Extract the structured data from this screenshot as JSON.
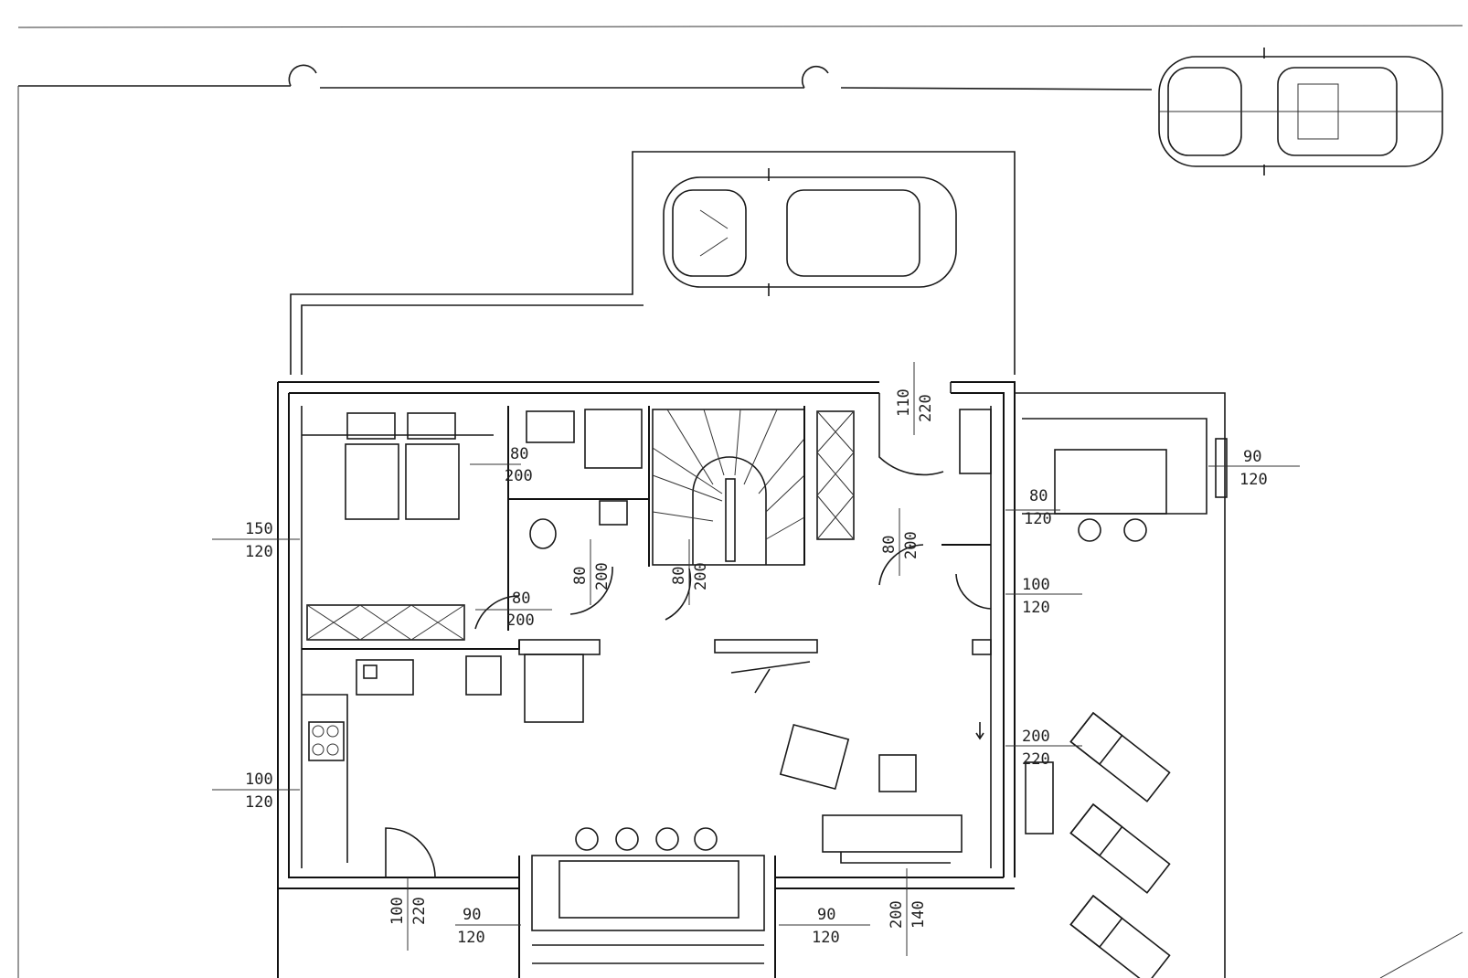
{
  "plan": {
    "dimensions": [
      {
        "id": "win-left-top",
        "top": "150",
        "bottom": "120"
      },
      {
        "id": "win-left-bottom",
        "top": "100",
        "bottom": "120"
      },
      {
        "id": "door-bath",
        "top": "80",
        "bottom": "200"
      },
      {
        "id": "door-bedroom",
        "top": "80",
        "bottom": "200"
      },
      {
        "id": "door-wc",
        "top": "80",
        "bottom": "200"
      },
      {
        "id": "door-stair",
        "top": "80",
        "bottom": "200"
      },
      {
        "id": "door-hall",
        "top": "80",
        "bottom": "200"
      },
      {
        "id": "door-entrance",
        "top": "110",
        "bottom": "220"
      },
      {
        "id": "win-right-1",
        "top": "80",
        "bottom": "120"
      },
      {
        "id": "win-right-2",
        "top": "100",
        "bottom": "120"
      },
      {
        "id": "door-terrace",
        "top": "200",
        "bottom": "220"
      },
      {
        "id": "win-annex",
        "top": "90",
        "bottom": "120"
      },
      {
        "id": "door-front",
        "top": "100",
        "bottom": "220"
      },
      {
        "id": "win-bay-left",
        "top": "90",
        "bottom": "120"
      },
      {
        "id": "win-bay-right",
        "top": "90",
        "bottom": "120"
      },
      {
        "id": "door-patio",
        "top": "200",
        "bottom": "140"
      }
    ]
  }
}
